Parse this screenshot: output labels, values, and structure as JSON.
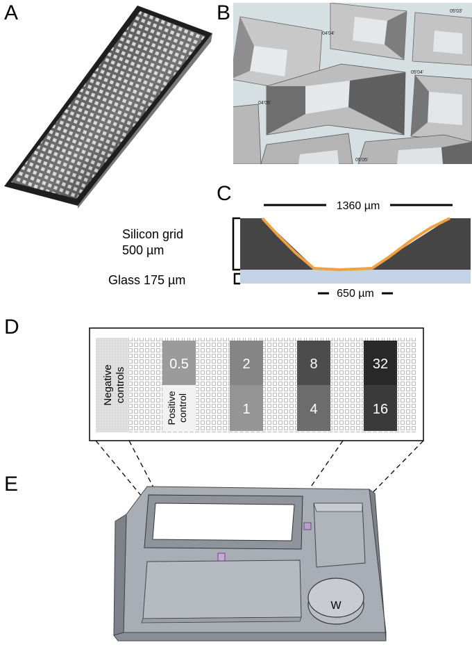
{
  "panels": {
    "a": "A",
    "b": "B",
    "c": "C",
    "d": "D",
    "e": "E"
  },
  "panel_b": {
    "well_labels": [
      "05'03'",
      "04'04'",
      "05'04'",
      "04'05'",
      "05'05'"
    ]
  },
  "panel_c": {
    "top_width_label": "1360 µm",
    "bottom_width_label": "650 µm",
    "silicon_label_line1": "Silicon grid",
    "silicon_label_line2": "500 µm",
    "glass_label": "Glass 175 µm",
    "colors": {
      "silicon": "#454545",
      "glass": "#c3d2e4",
      "coating": "#f0a040"
    }
  },
  "panel_d": {
    "negative_label_line1": "Negative",
    "negative_label_line2": "controls",
    "positive_label_line1": "Positive",
    "positive_label_line2": "control",
    "top_values": [
      "0.5",
      "2",
      "8",
      "32"
    ],
    "bottom_values": [
      "1",
      "4",
      "16"
    ]
  },
  "panel_e": {
    "well_label": "W"
  }
}
